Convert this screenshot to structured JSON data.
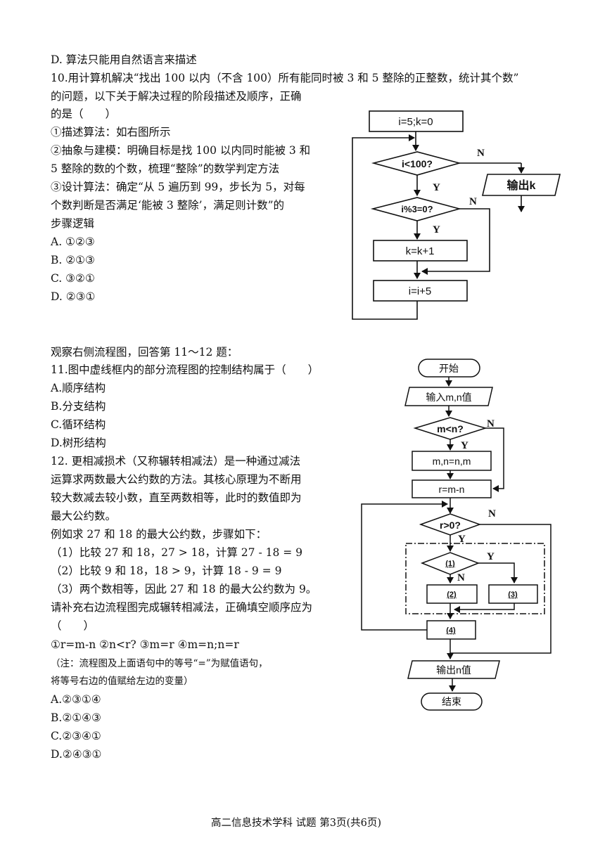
{
  "q9": {
    "option_d": "D. 算法只能用自然语言来描述"
  },
  "q10": {
    "lines": [
      "10.用计算机解决“找出 100 以内（不含 100）所有能同时被 3 和 5 整除的正整数，统计其个数”",
      "的问题，以下关于解决过程的阶段描述及顺序，正确",
      "的是（　　）",
      "①描述算法：如右图所示",
      "②抽象与建模：明确目标是找 100 以内同时能被 3 和",
      "5 整除的数的个数，梳理“整除”的数学判定方法",
      "③设计算法：确定“从 5 遍历到 99，步长为 5，对每",
      "个数判断是否满足‘能被 3 整除’，满足则计数”的",
      "步骤逻辑"
    ],
    "options": [
      "A.  ①②③",
      "B.  ②①③",
      "C.  ③②①",
      "D.  ②③①"
    ],
    "flowchart": {
      "init": "i=5;k=0",
      "cond1": "i<100?",
      "output": "输出k",
      "cond2": "i%3=0?",
      "step1": "k=k+1",
      "step2": "i=i+5",
      "yes": "Y",
      "no": "N"
    }
  },
  "intro_11_12": "观察右侧流程图，回答第 11～12 题：",
  "q11": {
    "stem": "11.图中虚线框内的部分流程图的控制结构属于（　　）",
    "options": [
      "A.顺序结构",
      "B.分支结构",
      "C.循环结构",
      "D.树形结构"
    ]
  },
  "q12": {
    "lines": [
      "12. 更相减损术（又称辗转相减法）是一种通过减法",
      "运算求两数最大公约数的方法。其核心原理为不断用",
      "较大数减去较小数，直至两数相等，此时的数值即为",
      "最大公约数。",
      "例如求 27 和 18 的最大公约数，步骤如下：",
      "（1）比较 27 和 18，27 > 18，计算 27 - 18 = 9",
      "（2）比较 9 和 18，18 > 9，计算 18 - 9 = 9",
      "（3）两个数相等，因此 27 和 18 的最大公约数为 9。",
      "请补充右边流程图完成辗转相减法，正确填空顺序应为",
      "（　　）",
      "①r=m-n ②n<r? ③m=r ④m=n;n=r"
    ],
    "note": [
      "（注：流程图及上面语句中的等号“=”为赋值语句，",
      "将等号右边的值赋给左边的变量）"
    ],
    "options": [
      "A.②③①④",
      "B.②①④③",
      "C.②③④①",
      "D.②④③①"
    ],
    "flowchart": {
      "start": "开始",
      "input": "输入m,n值",
      "cond1": "m<n?",
      "swap": "m,n=n,m",
      "sub": "r=m-n",
      "cond2": "r>0?",
      "blank1": "(1)",
      "blank2": "(2)",
      "blank3": "(3)",
      "blank4": "(4)",
      "output": "输出n值",
      "end": "结束",
      "yes": "Y",
      "no": "N"
    }
  },
  "footer": "高二信息技术学科 试题 第3页(共6页)"
}
